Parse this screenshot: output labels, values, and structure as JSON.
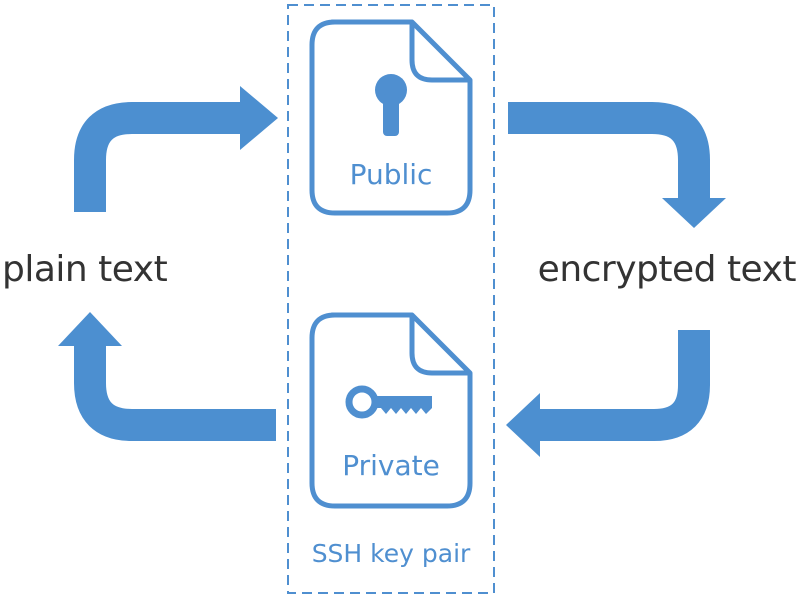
{
  "labels": {
    "left": "plain text",
    "right": "encrypted text"
  },
  "key_pair": {
    "group_label": "SSH key pair",
    "public_label": "Public",
    "private_label": "Private",
    "public_icon": "keyhole-icon",
    "private_icon": "key-icon"
  },
  "colors": {
    "accent": "#4f8fd0",
    "arrow": "#4c8fd0",
    "text": "#333333",
    "background": "#ffffff"
  }
}
